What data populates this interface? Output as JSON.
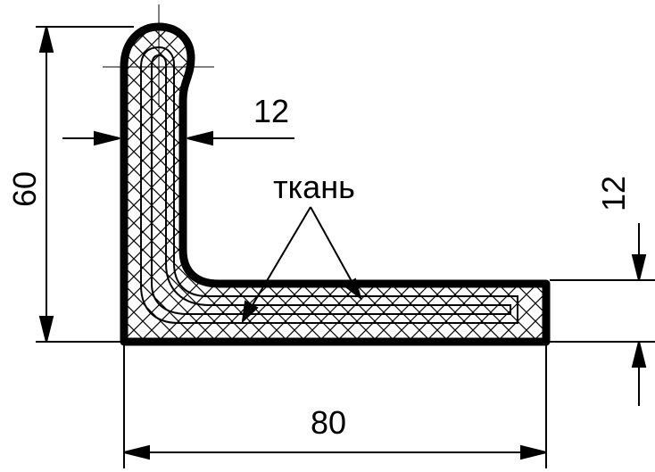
{
  "labels": {
    "fabric": "ткань",
    "dim_height": "60",
    "dim_width": "80",
    "dim_thickness_vertical": "12",
    "dim_thickness_horizontal": "12"
  },
  "colors": {
    "stroke": "#000000",
    "background": "#ffffff"
  }
}
